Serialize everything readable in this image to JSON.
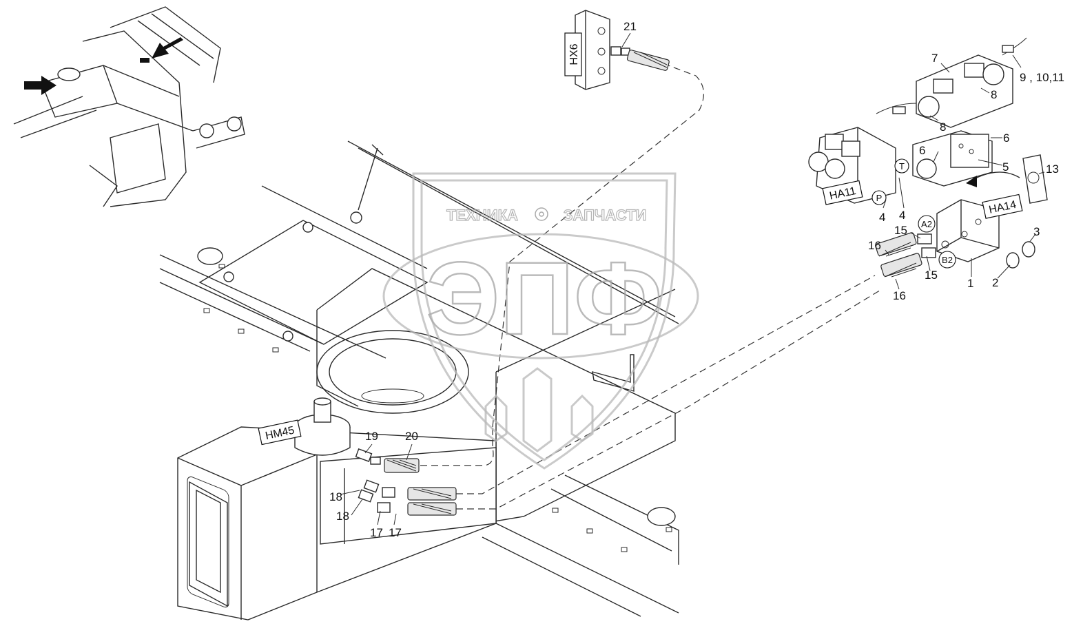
{
  "callouts": {
    "c1": "1",
    "c2": "2",
    "c3": "3",
    "c4a": "4",
    "c4b": "4",
    "c5": "5",
    "c6a": "6",
    "c6b": "6",
    "c7": "7",
    "c8a": "8",
    "c8b": "8",
    "c9": "9 , 10,11",
    "c13": "13",
    "c15a": "15",
    "c15b": "15",
    "c16a": "16",
    "c16b": "16",
    "c17a": "17",
    "c17b": "17",
    "c18a": "18",
    "c18b": "18",
    "c19": "19",
    "c20": "20",
    "c21": "21"
  },
  "tags": {
    "hx6": "HX6",
    "ha11": "HA11",
    "ha14": "HA14",
    "hm45": "HM45"
  },
  "ports": {
    "p": "P",
    "t": "T",
    "a2": "A2",
    "b2": "B2"
  },
  "watermark": {
    "line1_left": "ТЕХНИКА",
    "line1_right": "ЗАПЧАСТИ",
    "big": "ЭПФ",
    "gear_icon": "gear-icon",
    "accent": "#b0b0b0"
  }
}
